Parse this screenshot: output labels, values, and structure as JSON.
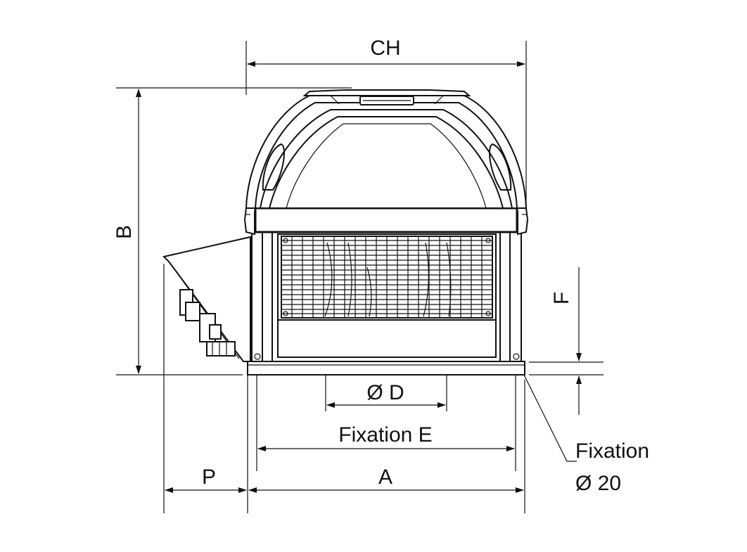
{
  "labels": {
    "ch": "CH",
    "b": "B",
    "f": "F",
    "od": "Ø D",
    "fixation_e": "Fixation E",
    "a": "A",
    "p": "P",
    "fixation_hole_line1": "Fixation",
    "fixation_hole_line2": "Ø 20"
  },
  "colors": {
    "line": "#111111",
    "background": "#ffffff"
  }
}
